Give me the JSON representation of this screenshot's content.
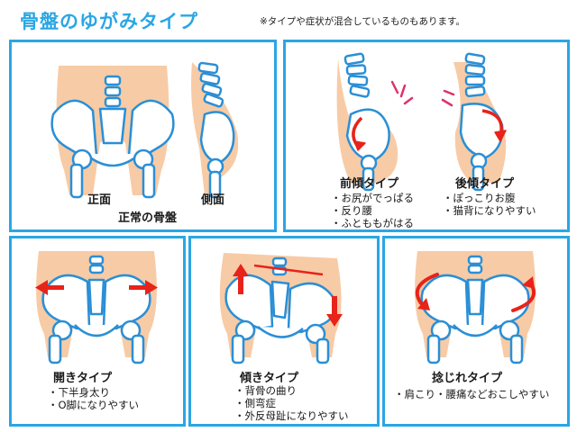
{
  "header": {
    "title": "骨盤のゆがみタイプ",
    "note": "※タイプや症状が混合しているものもあります。"
  },
  "panels": {
    "normal": {
      "front_label": "正面",
      "side_label": "側面",
      "caption": "正常の骨盤"
    },
    "forward": {
      "label": "前傾タイプ",
      "symptoms": [
        "・お尻がでっぱる",
        "・反り腰",
        "・ふとももがはる"
      ]
    },
    "backward": {
      "label": "後傾タイプ",
      "symptoms": [
        "・ぽっこりお腹",
        "・猫背になりやすい"
      ]
    },
    "open": {
      "label": "開きタイプ",
      "symptoms": [
        "・下半身太り",
        "・O脚になりやすい"
      ]
    },
    "lean": {
      "label": "傾きタイプ",
      "symptoms": [
        "・背骨の曲り",
        "・側弯症",
        "・外反母趾になりやすい"
      ]
    },
    "twist": {
      "label": "捻じれタイプ",
      "symptoms": [
        "・肩こり・腰痛などおこしやすい"
      ]
    }
  },
  "colors": {
    "frame": "#2aa6e4",
    "skin": "#f7cba6",
    "bone": "#ffffff",
    "bone_outline": "#2a8fd6",
    "arrow": "#e8231a",
    "motion_marks": "#e0306a"
  }
}
